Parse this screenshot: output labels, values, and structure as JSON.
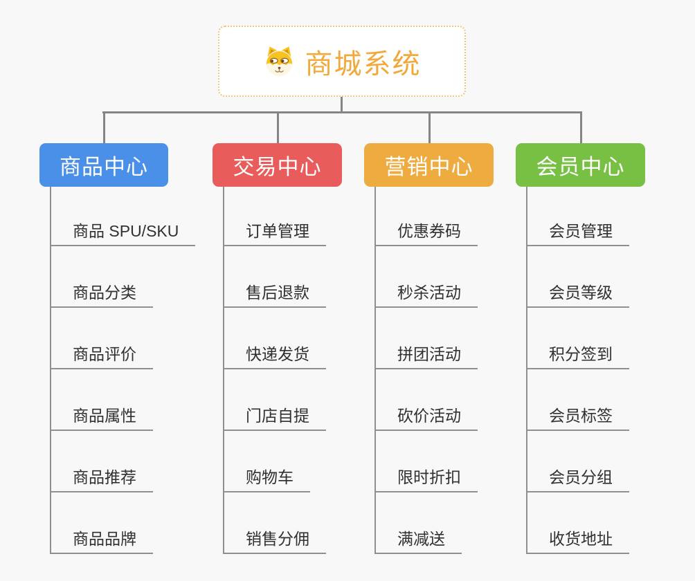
{
  "page": {
    "background": "#f8f8f8",
    "connector_trunk_color": "#858585",
    "connector_branch_color": "#8f8f8f",
    "leaf_text_color": "#303030"
  },
  "root": {
    "label": "商城系统",
    "icon": "dog-face-icon",
    "text_color": "#f2a93c",
    "border_color": "#f1c679",
    "background": "#ffffff"
  },
  "branches": [
    {
      "label": "商品中心",
      "color": "#4a8fe8",
      "items": [
        "商品 SPU/SKU",
        "商品分类",
        "商品评价",
        "商品属性",
        "商品推荐",
        "商品品牌"
      ]
    },
    {
      "label": "交易中心",
      "color": "#e85c5c",
      "items": [
        "订单管理",
        "售后退款",
        "快递发货",
        "门店自提",
        "购物车",
        "销售分佣"
      ]
    },
    {
      "label": "营销中心",
      "color": "#edab40",
      "items": [
        "优惠券码",
        "秒杀活动",
        "拼团活动",
        "砍价活动",
        "限时折扣",
        "满减送"
      ]
    },
    {
      "label": "会员中心",
      "color": "#77c044",
      "items": [
        "会员管理",
        "会员等级",
        "积分签到",
        "会员标签",
        "会员分组",
        "收货地址"
      ]
    }
  ]
}
